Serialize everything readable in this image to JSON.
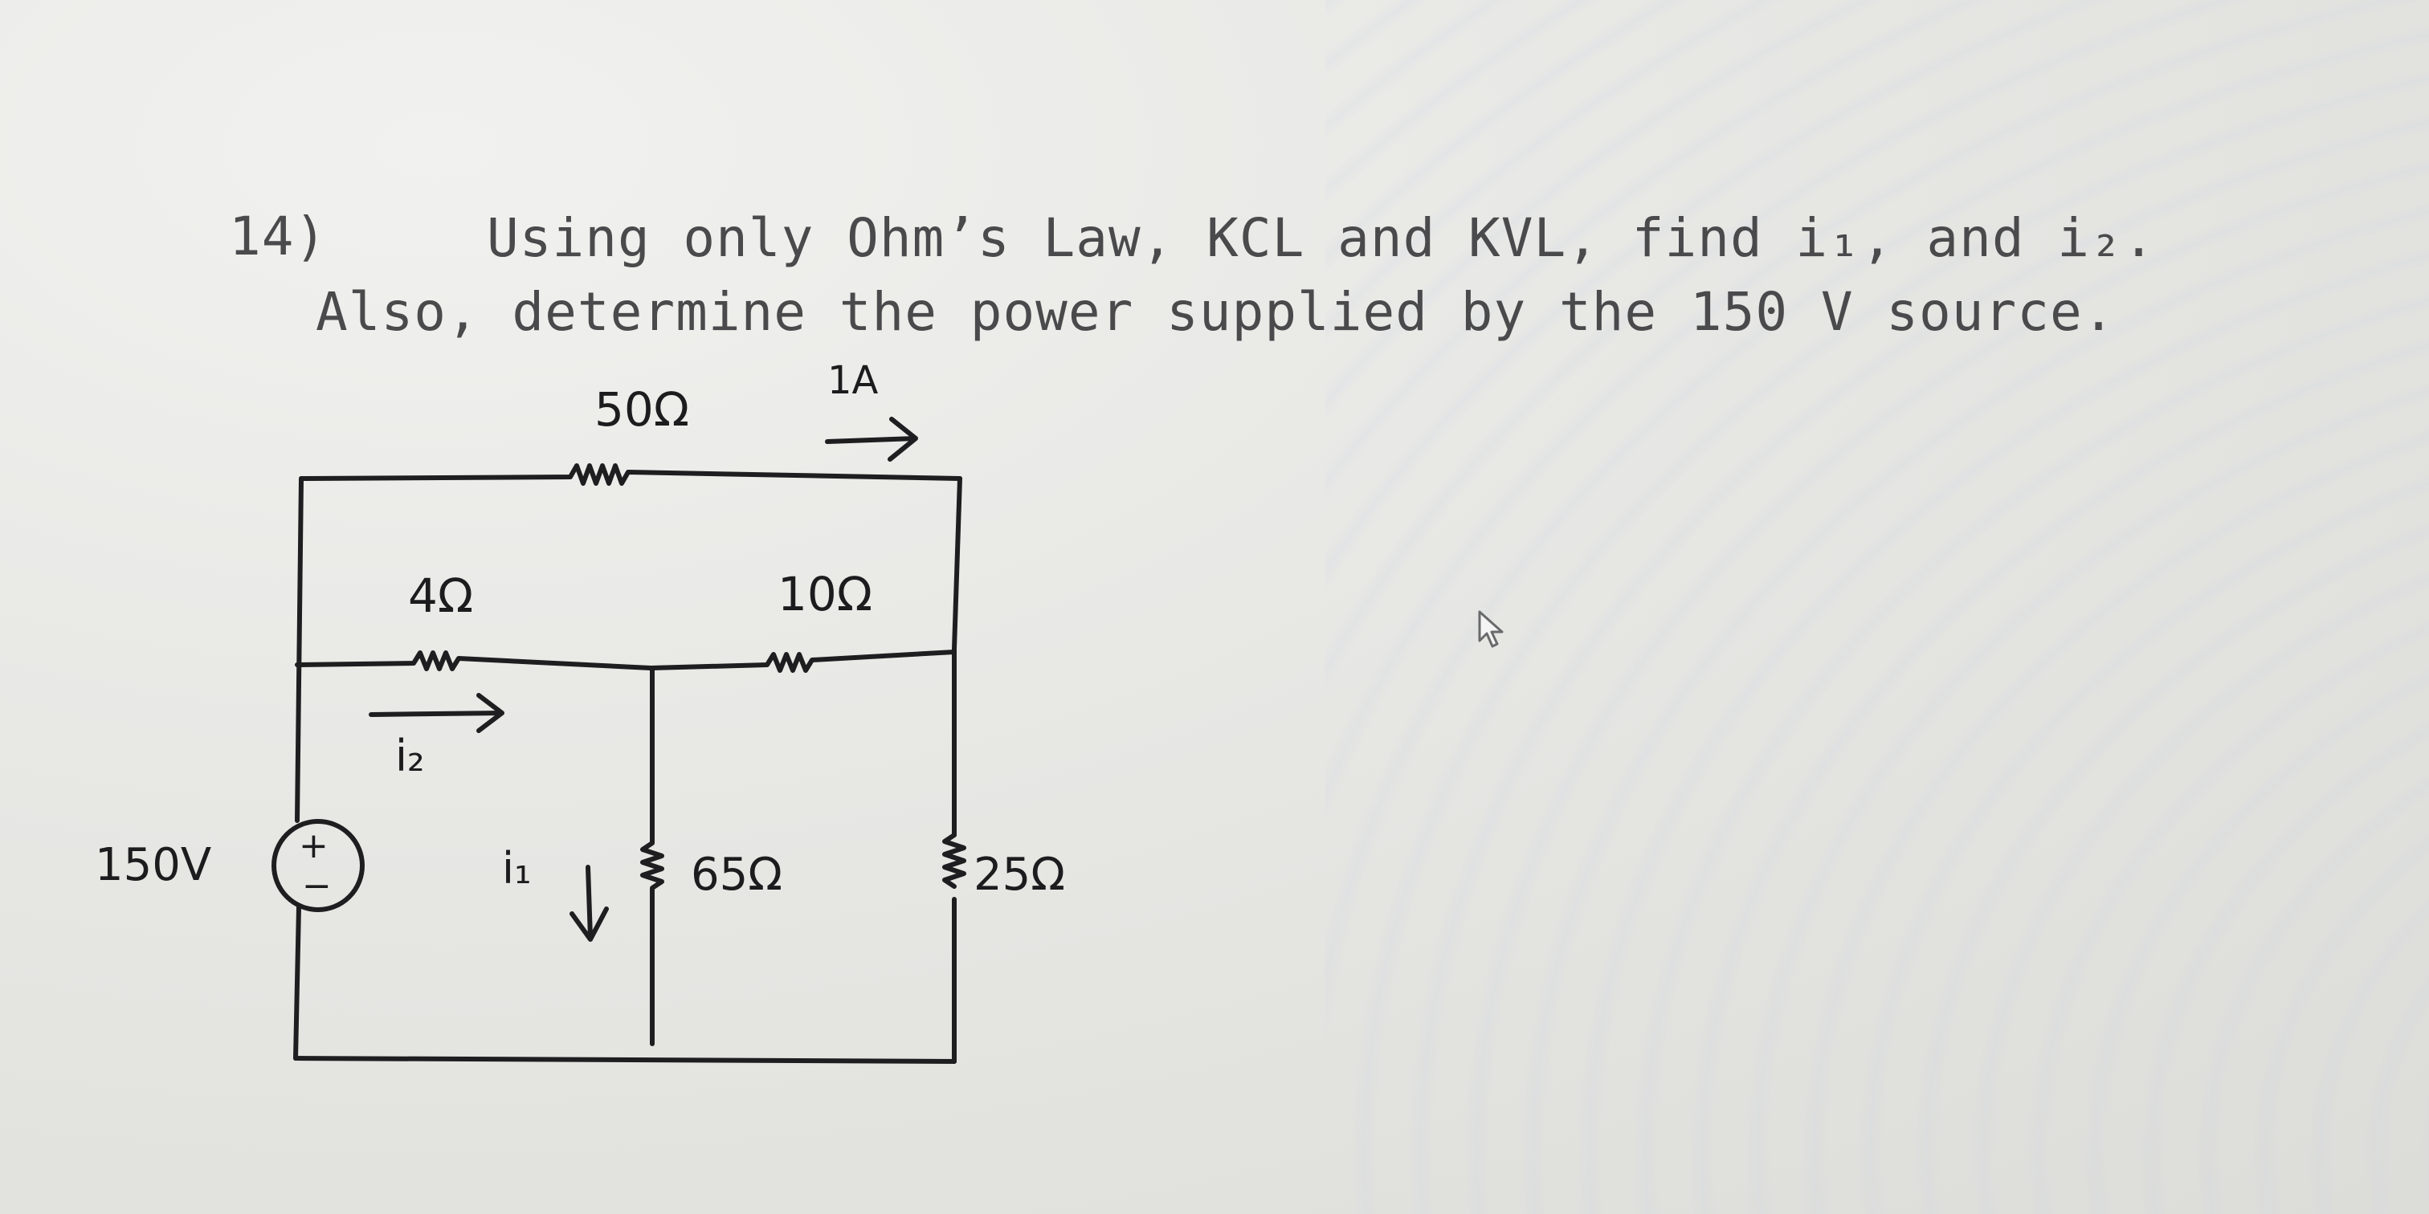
{
  "problem": {
    "number": "14)",
    "line1": "Using only Ohm’s Law, KCL and KVL, find i₁, and i₂.",
    "line2": "Also, determine the power supplied by the 150 V source."
  },
  "circuit": {
    "r_top": "50Ω",
    "current_top": "1A",
    "r_left": "4Ω",
    "r_right": "10Ω",
    "i2_label": "i₂",
    "i1_label": "i₁",
    "r_mid": "65Ω",
    "r_far": "25Ω",
    "source_label": "150V",
    "source_plus": "+",
    "source_minus": "−"
  },
  "cursor": {
    "icon": "pointer-arrow-icon"
  }
}
